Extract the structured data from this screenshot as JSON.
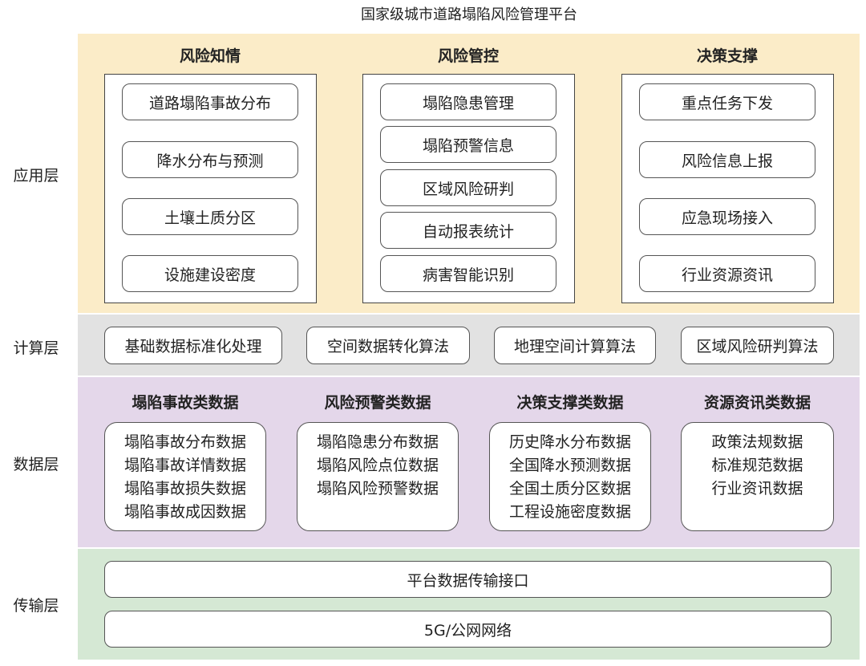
{
  "title": "国家级城市道路塌陷风险管理平台",
  "colors": {
    "app": "#fbecc8",
    "compute": "#e2e2e2",
    "data": "#e4d7ea",
    "transport": "#d5e8d4"
  },
  "layers": {
    "app": "应用层",
    "compute": "计算层",
    "data": "数据层",
    "transport": "传输层"
  },
  "app": {
    "columns": [
      {
        "title": "风险知情",
        "items": [
          "道路塌陷事故分布",
          "降水分布与预测",
          "土壤土质分区",
          "设施建设密度"
        ]
      },
      {
        "title": "风险管控",
        "items": [
          "塌陷隐患管理",
          "塌陷预警信息",
          "区域风险研判",
          "自动报表统计",
          "病害智能识别"
        ]
      },
      {
        "title": "决策支撑",
        "items": [
          "重点任务下发",
          "风险信息上报",
          "应急现场接入",
          "行业资源资讯"
        ]
      }
    ]
  },
  "compute": {
    "items": [
      "基础数据标准化处理",
      "空间数据转化算法",
      "地理空间计算算法",
      "区域风险研判算法"
    ]
  },
  "data": {
    "groups": [
      {
        "title": "塌陷事故类数据",
        "items": [
          "塌陷事故分布数据",
          "塌陷事故详情数据",
          "塌陷事故损失数据",
          "塌陷事故成因数据"
        ]
      },
      {
        "title": "风险预警类数据",
        "items": [
          "塌陷隐患分布数据",
          "塌陷风险点位数据",
          "塌陷风险预警数据"
        ]
      },
      {
        "title": "决策支撑类数据",
        "items": [
          "历史降水分布数据",
          "全国降水预测数据",
          "全国土质分区数据",
          "工程设施密度数据"
        ]
      },
      {
        "title": "资源资讯类数据",
        "items": [
          "政策法规数据",
          "标准规范数据",
          "行业资讯数据"
        ]
      }
    ]
  },
  "transport": {
    "items": [
      "平台数据传输接口",
      "5G/公网网络"
    ]
  }
}
